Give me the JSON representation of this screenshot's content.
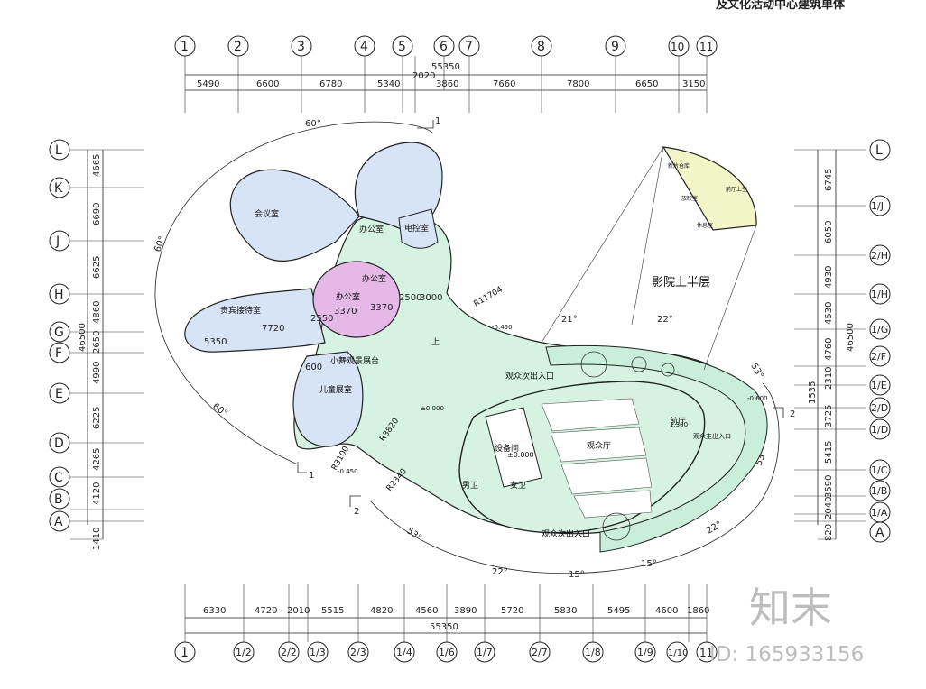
{
  "title": "及文化活动中心建筑单体",
  "top_axes": [
    "1",
    "2",
    "3",
    "4",
    "5",
    "6",
    "7",
    "8",
    "9",
    "10",
    "11"
  ],
  "top_total": "55350",
  "top_gap": "2020",
  "top_dims": [
    "5490",
    "6600",
    "6780",
    "5340",
    "3860",
    "7660",
    "7800",
    "6650",
    "3150"
  ],
  "bottom_axes": [
    "1",
    "1/2",
    "2/2",
    "1/3",
    "2/3",
    "1/4",
    "1/6",
    "1/7",
    "2/7",
    "1/8",
    "1/9",
    "1/10",
    "11"
  ],
  "bottom_dims": [
    "6330",
    "4720",
    "2010",
    "5515",
    "4820",
    "4560",
    "3890",
    "5720",
    "5830",
    "5495",
    "4600",
    "1860"
  ],
  "bottom_total": "55350",
  "left_axes": [
    "L",
    "K",
    "J",
    "H",
    "G",
    "F",
    "E",
    "D",
    "C",
    "B",
    "A"
  ],
  "left_dims": [
    "4665",
    "6690",
    "6625",
    "4860",
    "2650",
    "4990",
    "6225",
    "4265",
    "4120"
  ],
  "left_total": "46500",
  "left_extra": "1410",
  "right_axes": [
    "L",
    "1/J",
    "2/H",
    "1/H",
    "1/G",
    "2/F",
    "1/E",
    "2/D",
    "1/D",
    "1/C",
    "1/B",
    "1/A",
    "A"
  ],
  "right_dims": [
    "6745",
    "6050",
    "4930",
    "4530",
    "4760",
    "2310",
    "1535",
    "3725",
    "5415",
    "3590",
    "2040"
  ],
  "right_total": "46500",
  "right_extra": "820",
  "angles": {
    "a60_top": "60°",
    "a60_left": "60°",
    "a60_bot": "60°",
    "a21": "21°",
    "a22_top": "22°",
    "a53_r": "53°",
    "a53_r2": "53°",
    "a53_bl": "53°",
    "a22_b": "22°",
    "a15_a": "15°",
    "a15_b": "15°",
    "a22_br": "22°"
  },
  "rooms": {
    "meeting": "会议室",
    "vip": "贵宾接待室",
    "office1": "办公室",
    "office2": "办公室",
    "office3": "办公室",
    "control": "电控室",
    "kids": "儿童展室",
    "small_stage": "小舞观景展台",
    "equipment": "设备间",
    "audience": "观众厅",
    "men": "男卫",
    "women": "女卫",
    "foyer": "前厅",
    "exit1": "观众次出入口",
    "exit2": "观众次出入口",
    "main_entry": "观众主出入口",
    "cinema_upper": "影院上半层",
    "up": "上",
    "plus0": "±0.000",
    "plus0b": "±0.000",
    "minus450": "-0.450",
    "minus450b": "-0.450",
    "minus600": "-0.600",
    "level1300": "1.300",
    "r11704": "R11704",
    "r3820": "R3820",
    "r3100": "R3100",
    "r2340": "R2340",
    "d7720": "7720",
    "d5350": "5350",
    "d2550": "2550",
    "d3370a": "3370",
    "d3370b": "3370",
    "d3000": "3000",
    "d2500": "2500",
    "d600": "600"
  },
  "cinema_inset": {
    "r1": "新片仓库",
    "r2": "放映室",
    "r3": "前厅上空",
    "r4": "休息室"
  },
  "sections": {
    "s1a": "1",
    "s1b": "1",
    "s2a": "2",
    "s2b": "2"
  },
  "watermark": {
    "logo": "知末",
    "id": "ID: 165933156"
  },
  "colors": {
    "blue": "#d7e4f5",
    "green": "#d6f2e3",
    "pink": "#e5b8e8",
    "yellow": "#f2f5c8",
    "mint": "#c9eeda"
  }
}
